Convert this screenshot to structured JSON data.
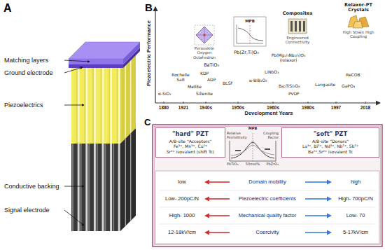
{
  "diagram": {
    "nodes": [
      {
        "text": [
          "\"hard\" PZT",
          "A/B-site \"Acceptors\"",
          "Fe³⁺, Mn³⁺, Cu²⁺",
          "Sr²⁺ isovalent (shift Tc)"
        ]
      },
      {
        "text": [
          "\"soft\" PZT",
          "A/B-site \"Donors\"",
          "La³⁺, Bi³⁺, Nd³⁺, Nb⁵⁺, Sb⁵⁺",
          "Ba²⁺,Sr²⁺ isovalent Tc"
        ]
      }
    ],
    "labels": [
      "A",
      "Matching layers",
      "Ground electrode",
      "Piezoelectrics",
      "Conductive backing",
      "Signal electrode",
      "B",
      "Piezoelectric Performance",
      "Relaxor-PT Crystals",
      "High Strain High Coupling",
      "Composites",
      "Engineered Connectivity",
      "MPB",
      "Perovskite Oxygen Octahedron",
      "Pb(Mg₁/₃Nb₂/₃)O₃ (relaxor)",
      "BaTiO₃",
      "Pb(Zr,Ti)O₃",
      "KDP",
      "ADP",
      "Rochelle Salt",
      "Mellite",
      "Sillenite",
      "BLSF",
      "LiNbO₃",
      "ReCOB",
      "α-BiB₃O₆",
      "Ba₂TiSi₂O₈",
      "Langasite",
      "GaPO₄",
      "PVDF",
      "α-SiO₂",
      "1880",
      "1921",
      "1940s",
      "1950s",
      "1960s",
      "1980s",
      "1997",
      "2018",
      "Development Years",
      "C",
      "Relative Permittivity",
      "MPB",
      "Coupling Factor",
      "PbTiO₃",
      "50mol%",
      "PbZrO₃",
      "low",
      "Domain mobility",
      "high",
      "Low- 200pC/N",
      "Piezoelectric coefficients",
      "High- 700pC/N",
      "High- 1000",
      "Mechanical quality factor",
      "Low- 70",
      "12-18kV/cm",
      "Coercivity",
      "5-17kV/cm"
    ]
  }
}
